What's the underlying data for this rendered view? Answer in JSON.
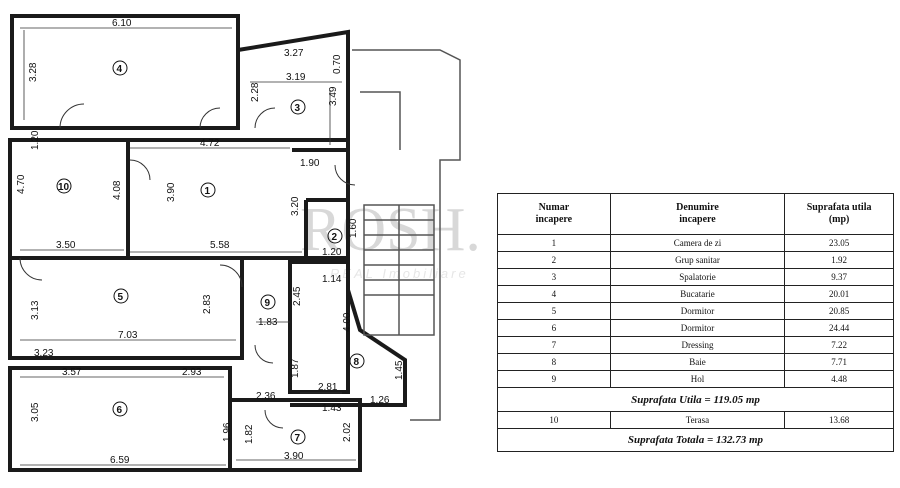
{
  "watermark": {
    "main": "ROSH.",
    "sub": "REAL Imobiliare"
  },
  "rooms": [
    {
      "num": "1"
    },
    {
      "num": "2"
    },
    {
      "num": "3"
    },
    {
      "num": "4"
    },
    {
      "num": "5"
    },
    {
      "num": "6"
    },
    {
      "num": "7"
    },
    {
      "num": "8"
    },
    {
      "num": "9"
    },
    {
      "num": "10"
    }
  ],
  "dims": {
    "r4_w": "6.10",
    "r4_h": "3.28",
    "r3_top": "3.27",
    "r3_w": "3.19",
    "r3_hr": "0.70",
    "r3_hl": "2.28",
    "r3_h": "3.49",
    "r10_w": "4.70",
    "r10_a": "1.20",
    "r10_b": "3.50",
    "r1_top": "4.72",
    "r1_l": "4.08",
    "r1_h": "3.90",
    "r1_r": "3.20",
    "r1_w": "5.58",
    "r1_c": "1.90",
    "r2_w": "1.20",
    "r2_h": "1.60",
    "r5_h": "3.13",
    "r5_w": "7.03",
    "r5_h2": "2.83",
    "r5_b": "3.23",
    "r9_w": "1.83",
    "r9_h": "2.45",
    "r9_h2": "1.87",
    "r8_t": "1.14",
    "r8_h": "4.00",
    "r8_w": "2.81",
    "r8_r": "1.45",
    "r8_b": "1.26",
    "r6_w": "3.57",
    "r6_w2": "2.93",
    "r6_h": "3.05",
    "r6_b": "6.59",
    "r6_r": "1.96",
    "r7_t": "2.36",
    "r7_t2": "1.43",
    "r7_l": "1.82",
    "r7_r": "2.02",
    "r7_b": "3.90"
  },
  "table": {
    "headers": [
      "Numar\nincapere",
      "Denumire\nincapere",
      "Suprafata utila\n(mp)"
    ],
    "rows": [
      {
        "num": "1",
        "name": "Camera de zi",
        "area": "23.05"
      },
      {
        "num": "2",
        "name": "Grup sanitar",
        "area": "1.92"
      },
      {
        "num": "3",
        "name": "Spalatorie",
        "area": "9.37"
      },
      {
        "num": "4",
        "name": "Bucatarie",
        "area": "20.01"
      },
      {
        "num": "5",
        "name": "Dormitor",
        "area": "20.85"
      },
      {
        "num": "6",
        "name": "Dormitor",
        "area": "24.44"
      },
      {
        "num": "7",
        "name": "Dressing",
        "area": "7.22"
      },
      {
        "num": "8",
        "name": "Baie",
        "area": "7.71"
      },
      {
        "num": "9",
        "name": "Hol",
        "area": "4.48"
      }
    ],
    "utila_label": "Suprafata Utila = 119.05 mp",
    "terasa": {
      "num": "10",
      "name": "Terasa",
      "area": "13.68"
    },
    "totala_label": "Suprafata Totala = 132.73 mp"
  }
}
